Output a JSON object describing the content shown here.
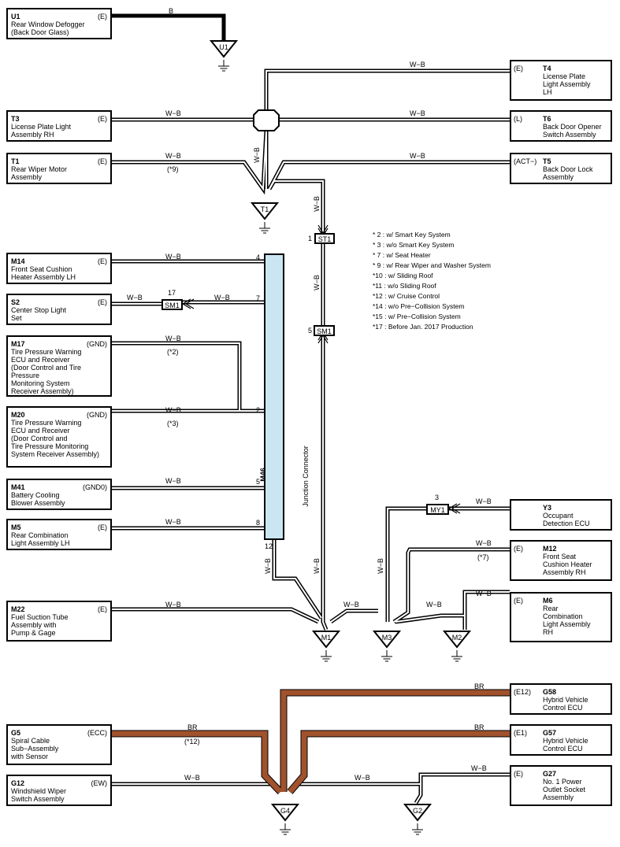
{
  "wire_colors": {
    "B": "#000000",
    "W-B": "#000000",
    "BR": "#a0522d"
  },
  "components": {
    "U1": {
      "code": "U1",
      "name": "Rear Window Defogger\n(Back Door Glass)",
      "terminal": "(E)"
    },
    "T3": {
      "code": "T3",
      "name": "License Plate Light\nAssembly RH",
      "terminal": "(E)"
    },
    "T1": {
      "code": "T1",
      "name": "Rear Wiper Motor\nAssembly",
      "terminal": "(E)"
    },
    "T4": {
      "code": "T4",
      "name": "License Plate\nLight Assembly\nLH",
      "terminal": "(E)"
    },
    "T6": {
      "code": "T6",
      "name": "Back Door Opener\nSwitch Assembly",
      "terminal": "(L)"
    },
    "T5": {
      "code": "T5",
      "name": "Back Door Lock\nAssembly",
      "terminal": "(ACT−)"
    },
    "M14": {
      "code": "M14",
      "name": "Front Seat Cushion\nHeater Assembly LH",
      "terminal": "(E)"
    },
    "S2": {
      "code": "S2",
      "name": "Center Stop Light\nSet",
      "terminal": "(E)"
    },
    "M17": {
      "code": "M17",
      "name": "Tire Pressure Warning\nECU and Receiver\n(Door Control and Tire\n Pressure\n Monitoring System\n Receiver Assembly)",
      "terminal": "(GND)"
    },
    "M20": {
      "code": "M20",
      "name": "Tire Pressure Warning\nECU and Receiver\n(Door Control and\n Tire Pressure Monitoring\n System Receiver Assembly)",
      "terminal": "(GND)"
    },
    "M41": {
      "code": "M41",
      "name": "Battery Cooling\nBlower Assembly",
      "terminal": "(GND0)"
    },
    "M5": {
      "code": "M5",
      "name": "Rear Combination\nLight Assembly LH",
      "terminal": "(E)"
    },
    "M22": {
      "code": "M22",
      "name": "Fuel Suction Tube\nAssembly with\nPump & Gage",
      "terminal": "(E)"
    },
    "Y3": {
      "code": "Y3",
      "name": "Occupant\nDetection ECU",
      "terminal": ""
    },
    "M12": {
      "code": "M12",
      "name": "Front Seat\nCushion Heater\nAssembly RH",
      "terminal": "(E)"
    },
    "M6": {
      "code": "M6",
      "name": "Rear\nCombination\nLight Assembly\nRH",
      "terminal": "(E)"
    },
    "G58": {
      "code": "G58",
      "name": "Hybrid Vehicle\nControl ECU",
      "terminal": "(E12)"
    },
    "G57": {
      "code": "G57",
      "name": "Hybrid Vehicle\nControl ECU",
      "terminal": "(E1)"
    },
    "G5": {
      "code": "G5",
      "name": "Spiral Cable\nSub−Assembly\nwith Sensor",
      "terminal": "(ECC)"
    },
    "G12": {
      "code": "G12",
      "name": "Windshield Wiper\nSwitch Assembly",
      "terminal": "(EW)"
    },
    "G27": {
      "code": "G27",
      "name": "No. 1 Power\nOutlet Socket\nAssembly",
      "terminal": "(E)"
    }
  },
  "junction": {
    "code": "M46",
    "name": "Junction Connector",
    "pins": [
      "4",
      "7",
      "2",
      "5",
      "8",
      "12"
    ]
  },
  "connectors": {
    "ST1": "ST1",
    "ST1_pin": "1",
    "SM1a": "SM1",
    "SM1a_pin": "17",
    "SM1b": "SM1",
    "SM1b_pin": "5",
    "MY1": "MY1",
    "MY1_pin": "3"
  },
  "grounds": {
    "U1": "U1",
    "T1": "T1",
    "M1": "M1",
    "M3": "M3",
    "M2": "M2",
    "G4": "G4",
    "G2": "G2"
  },
  "wire_labels": {
    "B": "B",
    "WB": "W−B",
    "BR": "BR"
  },
  "conditions": {
    "n9": "(*9)",
    "n2": "(*2)",
    "n3": "(*3)",
    "n7": "(*7)",
    "n12": "(*12)"
  },
  "notes": [
    "* 2 : w/ Smart Key System",
    "* 3 : w/o Smart Key System",
    "* 7 : w/ Seat Heater",
    "* 9 : w/ Rear Wiper and Washer System",
    "*10 : w/ Sliding Roof",
    "*11 : w/o Sliding Roof",
    "*12 : w/ Cruise Control",
    "*14 : w/o Pre−Collision System",
    "*15 : w/ Pre−Collision System",
    "*17 : Before Jan.  2017 Production"
  ]
}
